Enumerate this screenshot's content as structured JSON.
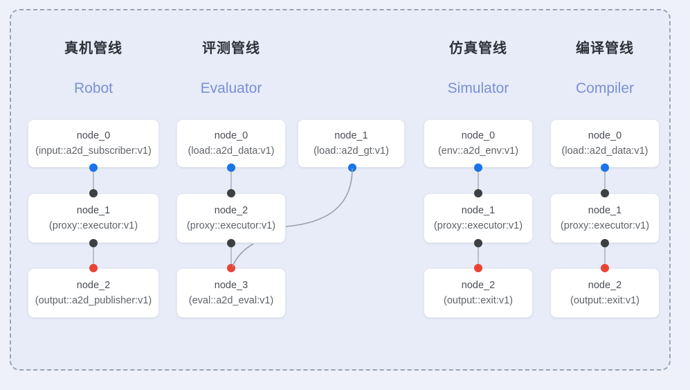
{
  "diagram": {
    "frame_style": "dashed",
    "colors": {
      "page_background": "#eef1fa",
      "panel_background": "#e7ecf8",
      "frame_border": "#9aa3b4",
      "card_background": "#ffffff",
      "card_border": "#e3e6ee",
      "output_port": "#1a73e8",
      "input_port": "#3c4043",
      "terminal_port": "#ea4335",
      "edge": "#9aa1ad",
      "title_cn": "#2d3138",
      "title_en": "#7b8fd4"
    }
  },
  "columns": [
    {
      "title_cn": "真机管线",
      "title_en": "Robot",
      "nodes": [
        {
          "id": "node_0",
          "signature": "(input::a2d_subscriber:v1)"
        },
        {
          "id": "node_1",
          "signature": "(proxy::executor:v1)"
        },
        {
          "id": "node_2",
          "signature": "(output::a2d_publisher:v1)"
        }
      ]
    },
    {
      "title_cn": "评测管线",
      "title_en": "Evaluator",
      "nodes": [
        {
          "id": "node_0",
          "signature": "(load::a2d_data:v1)"
        },
        {
          "id": "node_1",
          "signature": "(load::a2d_gt:v1)"
        },
        {
          "id": "node_2",
          "signature": "(proxy::executor:v1)"
        },
        {
          "id": "node_3",
          "signature": "(eval::a2d_eval:v1)"
        }
      ]
    },
    {
      "title_cn": "仿真管线",
      "title_en": "Simulator",
      "nodes": [
        {
          "id": "node_0",
          "signature": "(env::a2d_env:v1)"
        },
        {
          "id": "node_1",
          "signature": "(proxy::executor:v1)"
        },
        {
          "id": "node_2",
          "signature": "(output::exit:v1)"
        }
      ]
    },
    {
      "title_cn": "编译管线",
      "title_en": "Compiler",
      "nodes": [
        {
          "id": "node_0",
          "signature": "(load::a2d_data:v1)"
        },
        {
          "id": "node_1",
          "signature": "(proxy::executor:v1)"
        },
        {
          "id": "node_2",
          "signature": "(output::exit:v1)"
        }
      ]
    }
  ]
}
